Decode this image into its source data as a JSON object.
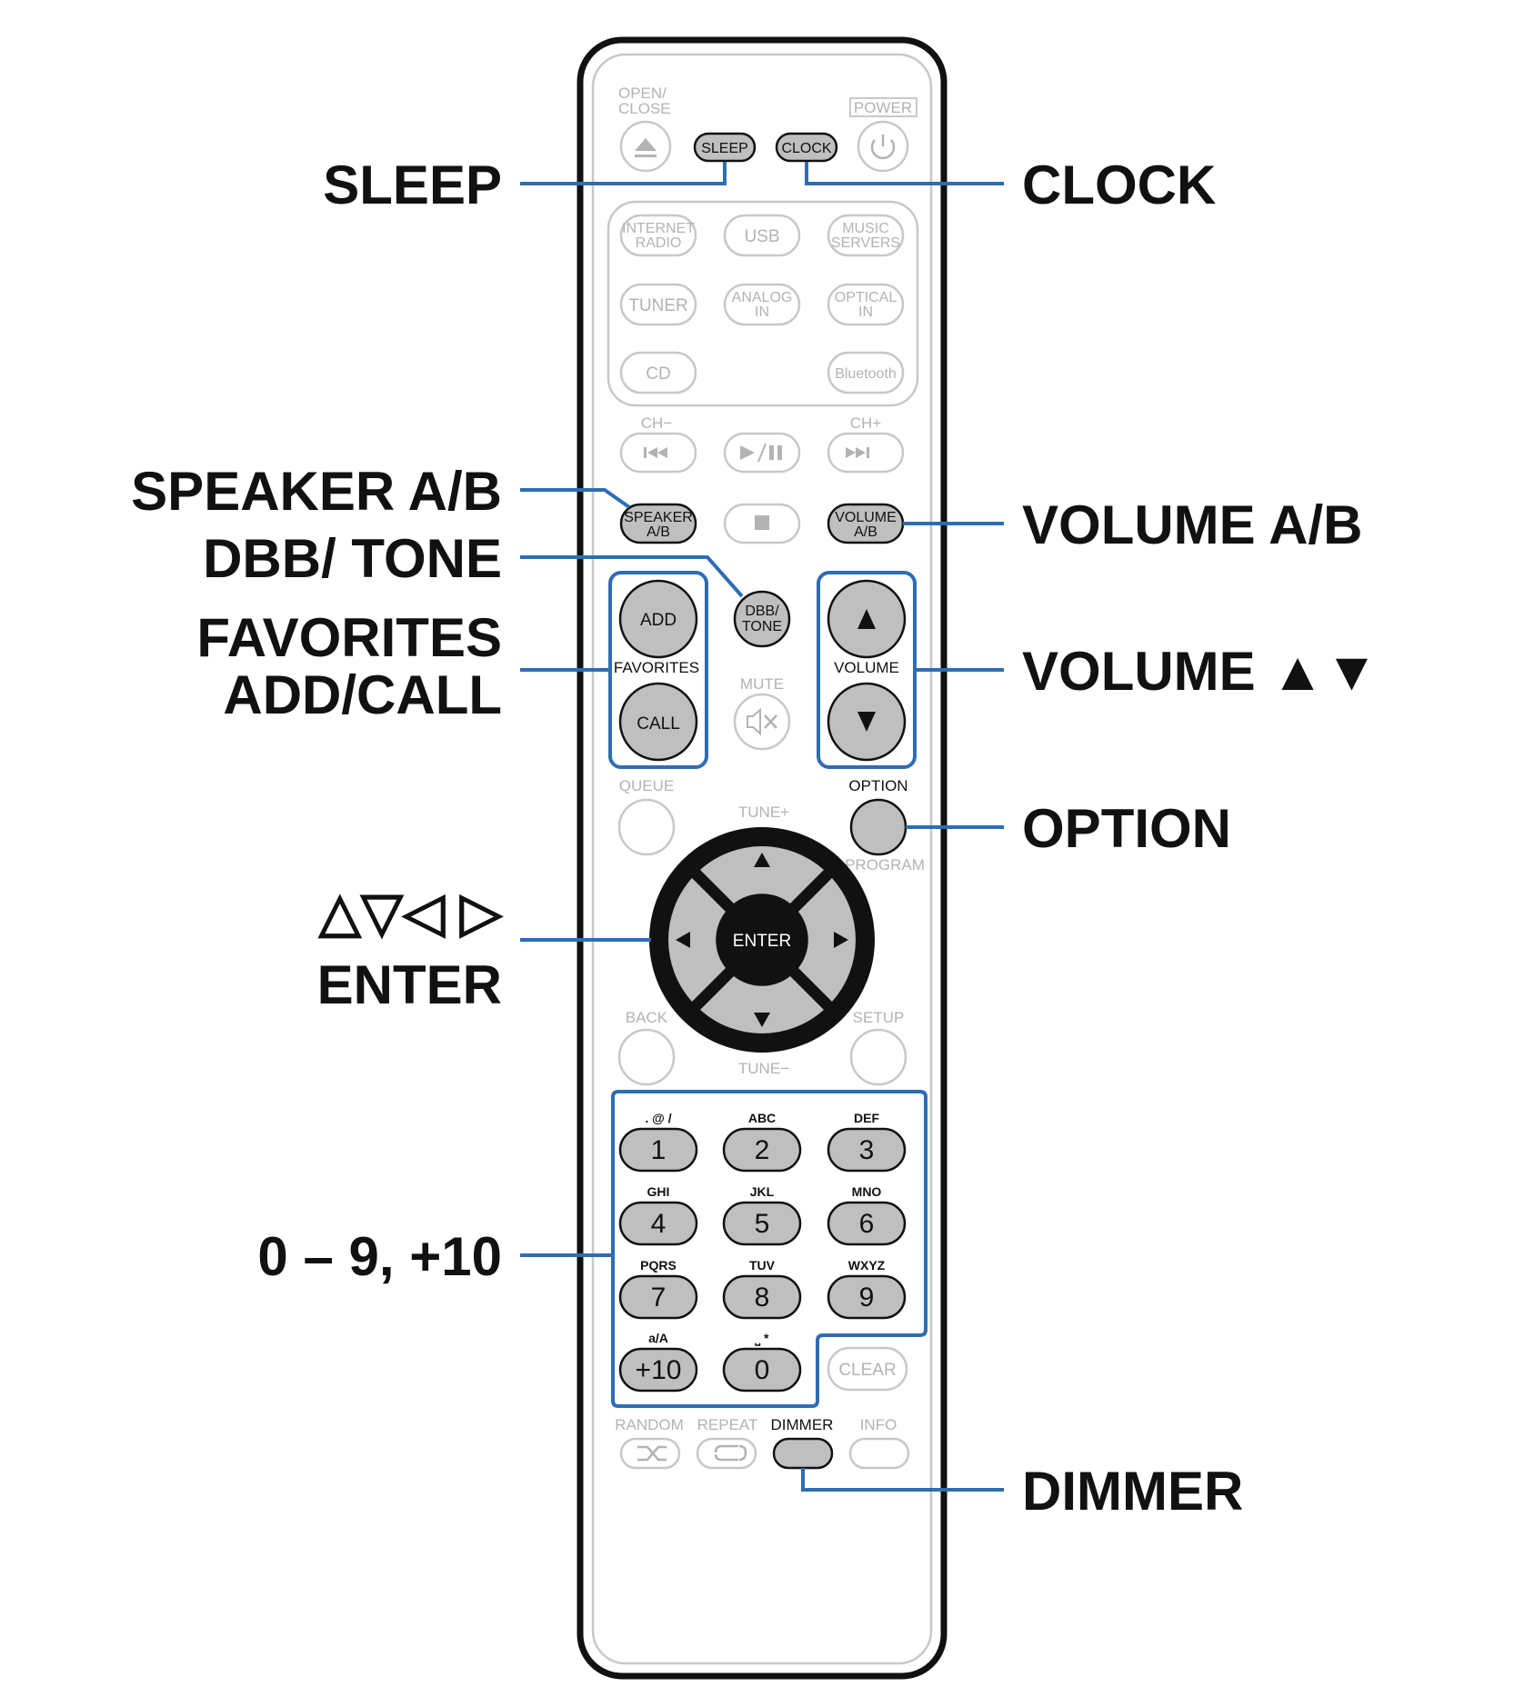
{
  "callouts": {
    "sleep": "SLEEP",
    "clock": "CLOCK",
    "speaker_ab": "SPEAKER A/B",
    "dbb_tone": "DBB/ TONE",
    "favorites_line1": "FAVORITES",
    "favorites_line2": "ADD/CALL",
    "volume_ab": "VOLUME A/B",
    "volume_updown": "VOLUME ▲▼",
    "option": "OPTION",
    "arrows": "△▽◁ ▷",
    "enter": "ENTER",
    "numbers": "0 – 9, +10",
    "dimmer": "DIMMER"
  },
  "remote": {
    "open_close_1": "OPEN/",
    "open_close_2": "CLOSE",
    "power": "POWER",
    "sleep": "SLEEP",
    "clock": "CLOCK",
    "internet_radio_1": "INTERNET",
    "internet_radio_2": "RADIO",
    "usb": "USB",
    "music_servers_1": "MUSIC",
    "music_servers_2": "SERVERS",
    "tuner": "TUNER",
    "analog_in_1": "ANALOG",
    "analog_in_2": "IN",
    "optical_in_1": "OPTICAL",
    "optical_in_2": "IN",
    "cd": "CD",
    "bluetooth": "Bluetooth",
    "ch_minus": "CH−",
    "ch_plus": "CH+",
    "speaker_1": "SPEAKER",
    "speaker_2": "A/B",
    "volume_ab_1": "VOLUME",
    "volume_ab_2": "A/B",
    "dbb_1": "DBB/",
    "dbb_2": "TONE",
    "add": "ADD",
    "favorites": "FAVORITES",
    "call": "CALL",
    "mute": "MUTE",
    "volume": "VOLUME",
    "queue": "QUEUE",
    "option": "OPTION",
    "tune_plus": "TUNE+",
    "program": "PROGRAM",
    "enter": "ENTER",
    "back": "BACK",
    "setup": "SETUP",
    "tune_minus": "TUNE−",
    "keys": [
      {
        "num": "1",
        "sub": ". @ /"
      },
      {
        "num": "2",
        "sub": "ABC"
      },
      {
        "num": "3",
        "sub": "DEF"
      },
      {
        "num": "4",
        "sub": "GHI"
      },
      {
        "num": "5",
        "sub": "JKL"
      },
      {
        "num": "6",
        "sub": "MNO"
      },
      {
        "num": "7",
        "sub": "PQRS"
      },
      {
        "num": "8",
        "sub": "TUV"
      },
      {
        "num": "9",
        "sub": "WXYZ"
      },
      {
        "num": "+10",
        "sub": "a/A"
      },
      {
        "num": "0",
        "sub": "⎵ *"
      }
    ],
    "clear": "CLEAR",
    "random": "RANDOM",
    "repeat": "REPEAT",
    "dimmer": "DIMMER",
    "info": "INFO"
  },
  "colors": {
    "callout_line": "#2e6db4",
    "highlight_fill": "#bfbfbf",
    "inactive_stroke": "#c8c8c8",
    "remote_outline": "#111111"
  }
}
